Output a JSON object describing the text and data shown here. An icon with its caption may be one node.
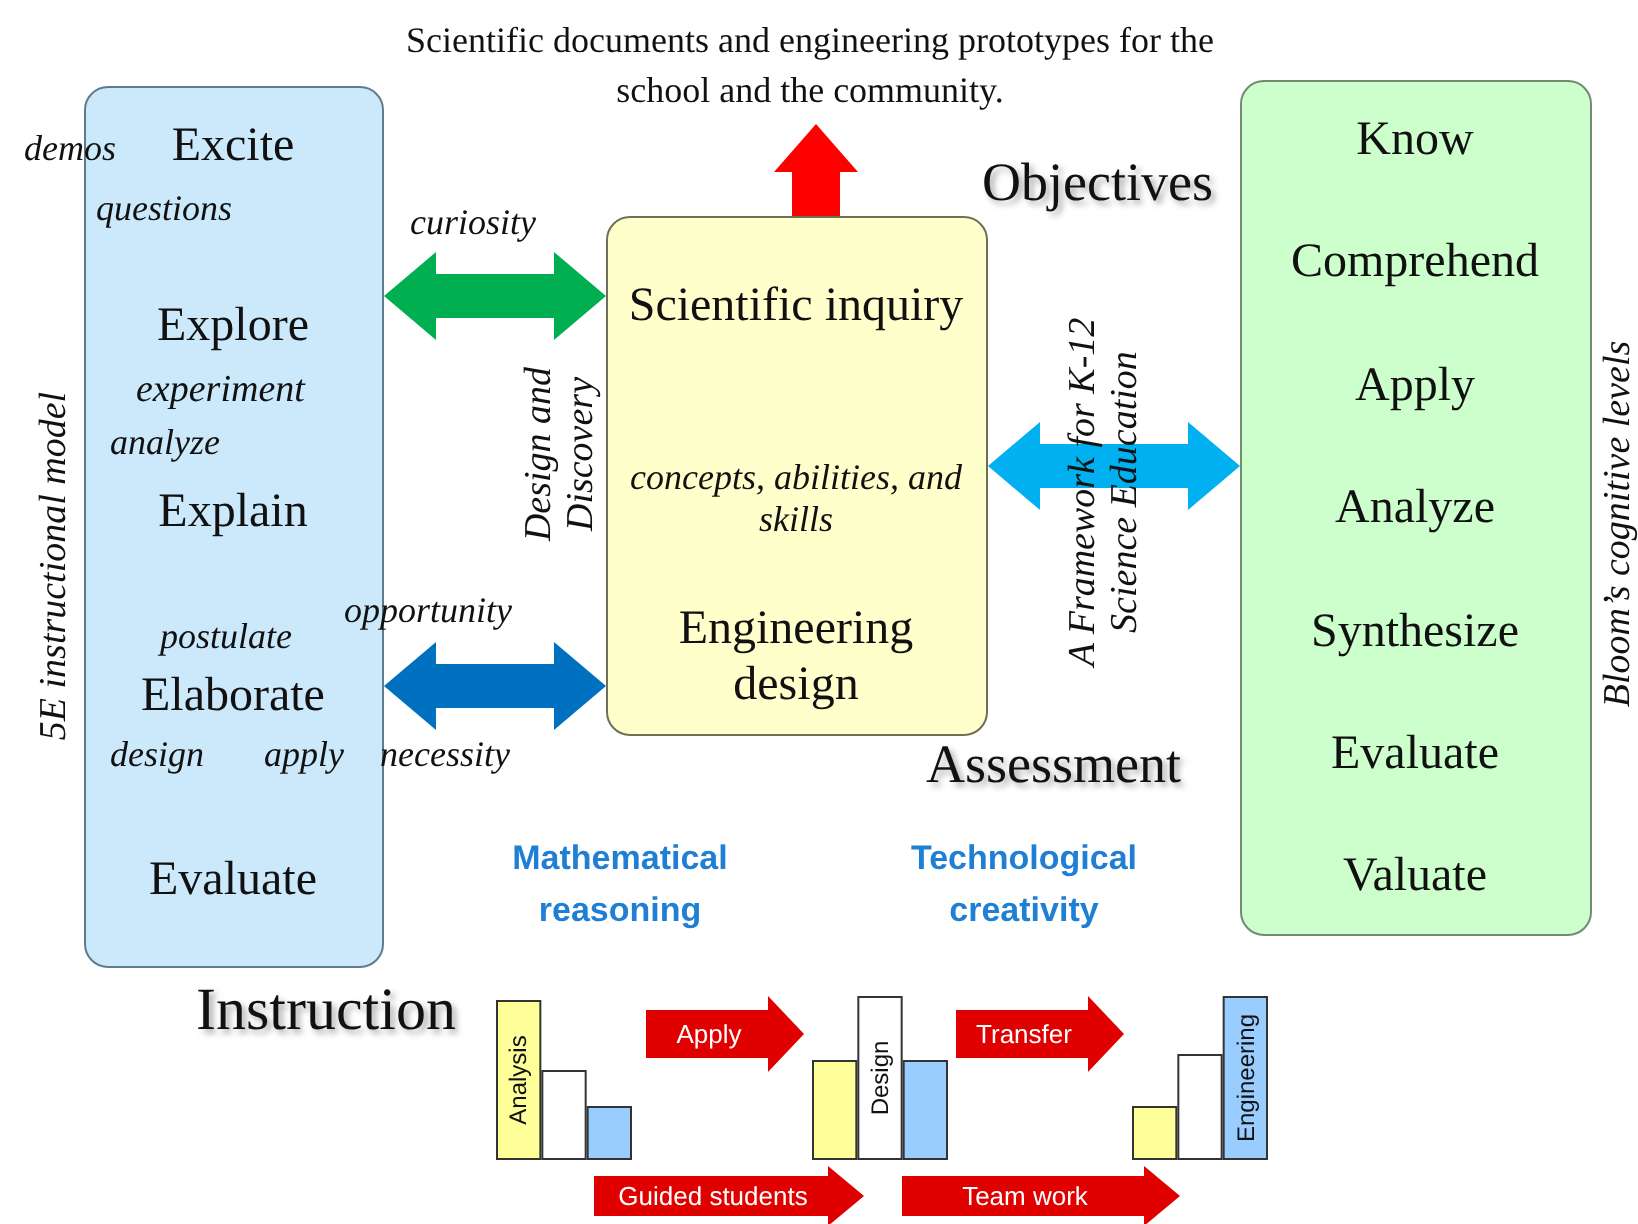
{
  "diagram": {
    "nodes": [
      {
        "text": [
          "Excite",
          "Explore",
          "Explain",
          "Elaborate",
          "Evaluate"
        ],
        "beside": [
          "5E instructional model"
        ]
      },
      {
        "text": [
          "Scientific inquiry",
          "concepts, abilities, and skills",
          "Engineering design"
        ]
      },
      {
        "text": [
          "Know",
          "Comprehend",
          "Apply",
          "Analyze",
          "Synthesize",
          "Evaluate",
          "Valuate"
        ],
        "beside": [
          "Bloom’s cognitive levels"
        ]
      },
      {
        "text": [
          "Scientific documents and engineering prototypes for the school and the community."
        ]
      },
      {
        "text": [
          "Analysis"
        ]
      },
      {
        "text": [
          "Design"
        ]
      },
      {
        "text": [
          "Engineering"
        ]
      }
    ],
    "edges": [
      {
        "from": 0,
        "to": 1,
        "arrow": "both",
        "style": "thick",
        "color": "#00b050"
      },
      {
        "from": 0,
        "to": 1,
        "arrow": "both",
        "style": "thick",
        "color": "#0070c0"
      },
      {
        "from": 1,
        "to": 2,
        "arrow": "both",
        "style": "thick",
        "color": "#00b0f0"
      },
      {
        "from": 1,
        "to": 3,
        "arrow": "to",
        "style": "thick",
        "color": "#ff0000"
      },
      {
        "from": 4,
        "to": 5,
        "arrow": "to",
        "label": "Apply",
        "style": "thick",
        "color": "#e00000"
      },
      {
        "from": 5,
        "to": 6,
        "arrow": "to",
        "label": "Transfer",
        "style": "thick",
        "color": "#e00000"
      },
      {
        "from": 4,
        "to": 5,
        "arrow": "to",
        "label": "Guided students",
        "style": "thick",
        "color": "#e00000"
      },
      {
        "from": 5,
        "to": 6,
        "arrow": "to",
        "label": "Team work",
        "style": "thick",
        "color": "#e00000"
      }
    ],
    "labels": [
      "Objectives",
      "demos",
      "questions",
      "curiosity",
      "Design and Discovery",
      "A Framework for K-12 Science Education",
      "experiment",
      "analyze",
      "opportunity",
      "postulate",
      "design",
      "apply",
      "necessity",
      "Assessment",
      "Mathematical reasoning",
      "Technological creativity",
      "Instruction"
    ]
  }
}
